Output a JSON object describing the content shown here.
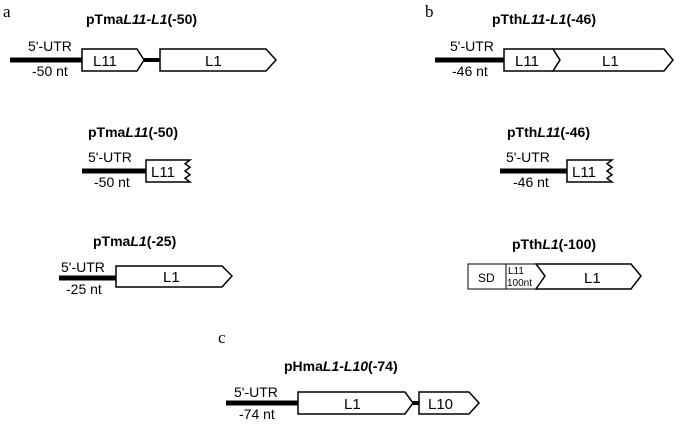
{
  "panels": {
    "a": "a",
    "b": "b",
    "c": "c"
  },
  "constructs": {
    "tma_l11_l1": {
      "title_pre": "pTma",
      "title_gene1": "L11",
      "title_dash": "-",
      "title_gene2": "L1",
      "title_post": "(-50)",
      "utr": "5'-UTR",
      "utr_len": "-50 nt",
      "box1": "L11",
      "box2": "L1"
    },
    "tma_l11": {
      "title_pre": "pTma",
      "title_gene": "L11",
      "title_post": "(-50)",
      "utr": "5'-UTR",
      "utr_len": "-50 nt",
      "box": "L11"
    },
    "tma_l1": {
      "title_pre": "pTma",
      "title_gene": "L1",
      "title_post": "(-25)",
      "utr": "5'-UTR",
      "utr_len": "-25 nt",
      "box": "L1"
    },
    "tth_l11_l1": {
      "title_pre": "pTth",
      "title_gene1": "L11",
      "title_dash": "-",
      "title_gene2": "L1",
      "title_post": "(-46)",
      "utr": "5'-UTR",
      "utr_len": "-46 nt",
      "box1": "L11",
      "box2": "L1"
    },
    "tth_l11": {
      "title_pre": "pTth",
      "title_gene": "L11",
      "title_post": "(-46)",
      "utr": "5'-UTR",
      "utr_len": "-46 nt",
      "box": "L11"
    },
    "tth_l1": {
      "title_pre": "pTth",
      "title_gene": "L1",
      "title_post": "(-100)",
      "sd": "SD",
      "frag_line1": "L11",
      "frag_line2": "100nt",
      "box": "L1"
    },
    "hma_l1_l10": {
      "title_pre": "pHma",
      "title_gene1": "L1",
      "title_dash": "-",
      "title_gene2": "L10",
      "title_post": "(-74)",
      "utr": "5'-UTR",
      "utr_len": "-74 nt",
      "box1": "L1",
      "box2": "L10"
    }
  }
}
